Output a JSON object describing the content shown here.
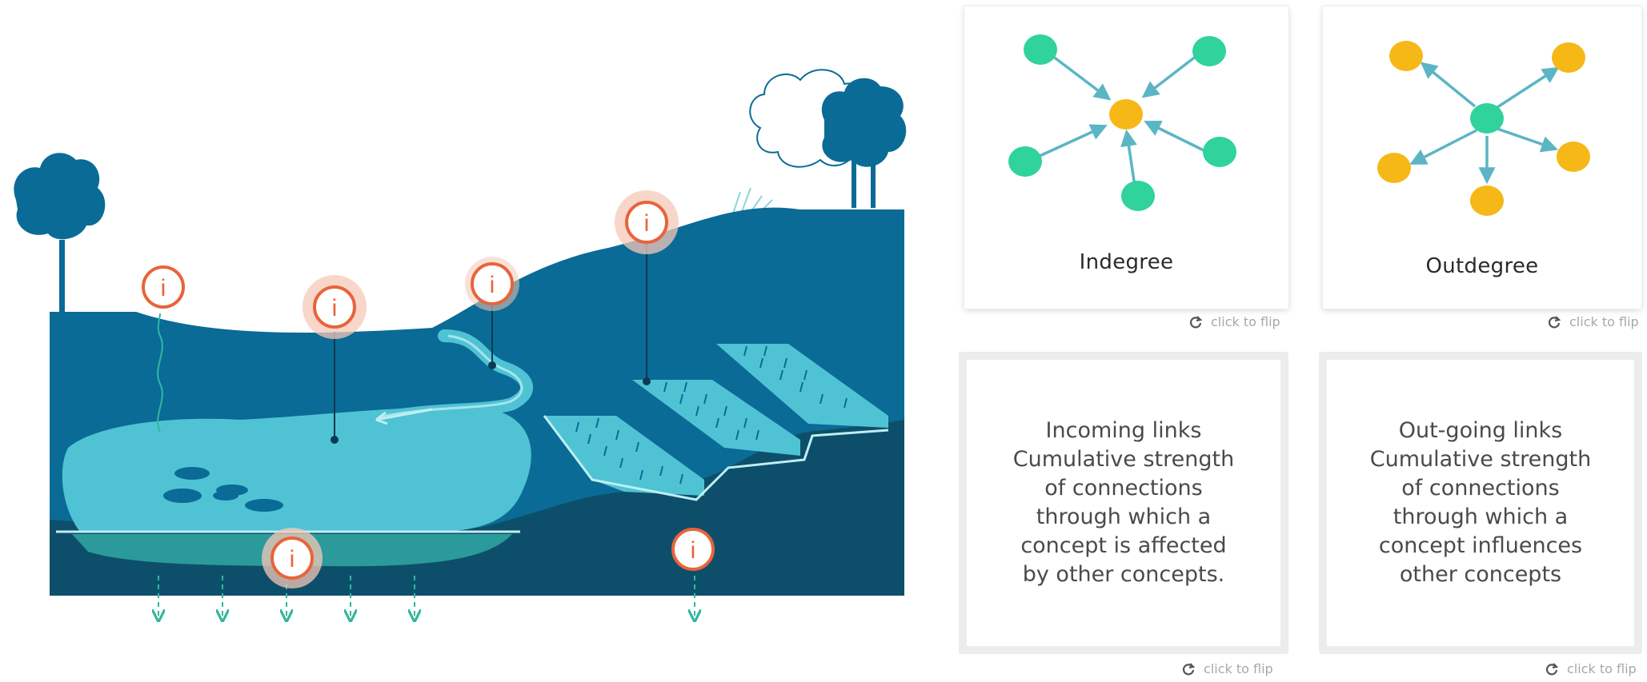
{
  "colors": {
    "deep_blue": "#0a6b96",
    "soil_dark": "#0d4f6a",
    "water_light": "#4fc3d4",
    "info_orange": "#e8643a",
    "indegree_outer": "#2fd39b",
    "indegree_center": "#f5b817",
    "outdegree_outer": "#f5b817",
    "outdegree_center": "#2fd39b",
    "arrow": "#5bb5c4"
  },
  "scene": {
    "info_icon_glyph": "i",
    "icons": [
      "info-icon",
      "info-icon",
      "info-icon",
      "info-icon",
      "info-icon",
      "info-icon"
    ]
  },
  "cards": {
    "indegree": {
      "title": "Indegree",
      "flip_label": "click to flip",
      "icon": "refresh-icon"
    },
    "outdegree": {
      "title": "Outdegree",
      "flip_label": "click to flip",
      "icon": "refresh-icon"
    },
    "incoming": {
      "text": "Incoming links\nCumulative strength\nof connections\nthrough which a\nconcept is affected\nby other concepts.",
      "flip_label": "click to flip",
      "icon": "refresh-icon"
    },
    "outgoing": {
      "text": "Out-going links\nCumulative strength\nof connections\nthrough which a\nconcept influences\nother concepts",
      "flip_label": "click to flip",
      "icon": "refresh-icon"
    }
  }
}
